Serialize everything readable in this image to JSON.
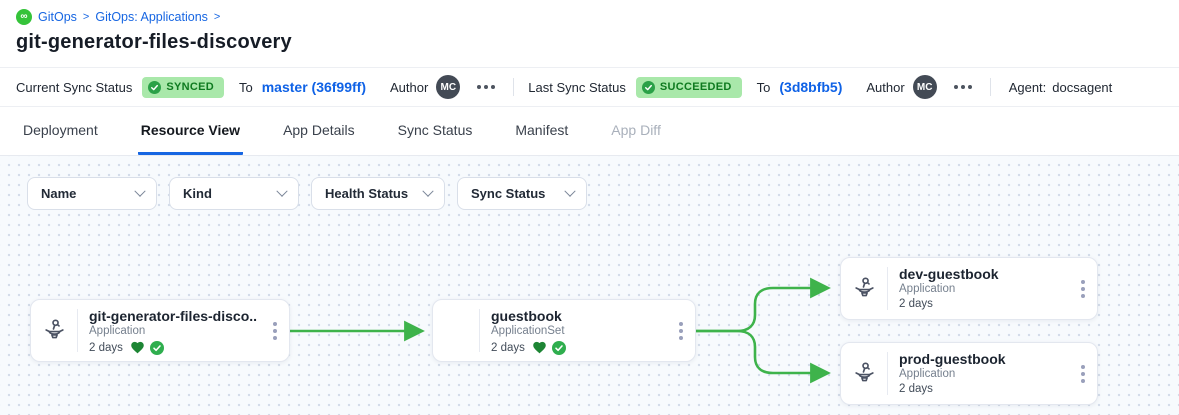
{
  "colors": {
    "accent_blue": "#1766e2",
    "link_blue": "#0f62e6",
    "edge_green": "#3eb34b",
    "badge_bg": "#a9e8aa",
    "badge_text": "#0e7a1f"
  },
  "breadcrumb": {
    "logo": "gitops-logo",
    "items": [
      {
        "label": "GitOps"
      },
      {
        "label": "GitOps: Applications"
      }
    ],
    "separator": ">"
  },
  "page_title": "git-generator-files-discovery",
  "status_bar": {
    "current": {
      "label": "Current Sync Status",
      "badge": "SYNCED",
      "to_label": "To",
      "revision": "master (36f99ff)",
      "author_label": "Author",
      "avatar_initials": "MC"
    },
    "last": {
      "label": "Last Sync Status",
      "badge": "SUCCEEDED",
      "to_label": "To",
      "revision": "(3d8bfb5)",
      "author_label": "Author",
      "avatar_initials": "MC"
    },
    "agent_label": "Agent:",
    "agent_value": "docsagent"
  },
  "tabs": [
    {
      "label": "Deployment"
    },
    {
      "label": "Resource View"
    },
    {
      "label": "App Details"
    },
    {
      "label": "Sync Status"
    },
    {
      "label": "Manifest"
    },
    {
      "label": "App Diff"
    }
  ],
  "filters": [
    {
      "label": "Name"
    },
    {
      "label": "Kind"
    },
    {
      "label": "Health Status"
    },
    {
      "label": "Sync Status"
    }
  ],
  "graph": {
    "nodes": [
      {
        "title": "git-generator-files-disco...",
        "kind": "Application",
        "age": "2 days"
      },
      {
        "title": "guestbook",
        "kind": "ApplicationSet",
        "age": "2 days"
      },
      {
        "title": "dev-guestbook",
        "kind": "Application",
        "age": "2 days"
      },
      {
        "title": "prod-guestbook",
        "kind": "Application",
        "age": "2 days"
      }
    ]
  }
}
